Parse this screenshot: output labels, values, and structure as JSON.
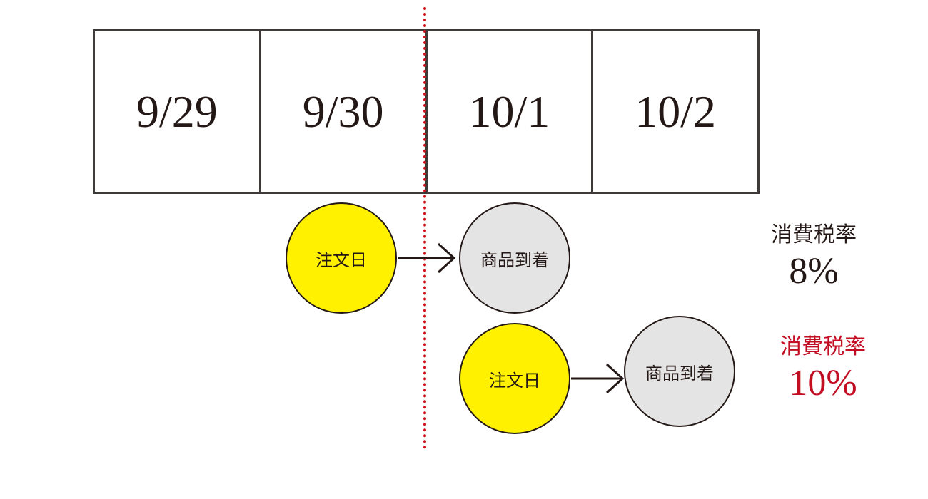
{
  "dates": [
    "9/29",
    "9/30",
    "10/1",
    "10/2"
  ],
  "scenarios": [
    {
      "order_label": "注文日",
      "arrival_label": "商品到着",
      "rate_label": "消費税率",
      "rate_value": "8%",
      "rate_color": "#231815"
    },
    {
      "order_label": "注文日",
      "arrival_label": "商品到着",
      "rate_label": "消費税率",
      "rate_value": "10%",
      "rate_color": "#c30d23"
    }
  ],
  "colors": {
    "order_circle": "#fff100",
    "arrival_circle": "#e4e4e4",
    "divider": "#d0121b",
    "grid_border": "#3e3a39"
  }
}
